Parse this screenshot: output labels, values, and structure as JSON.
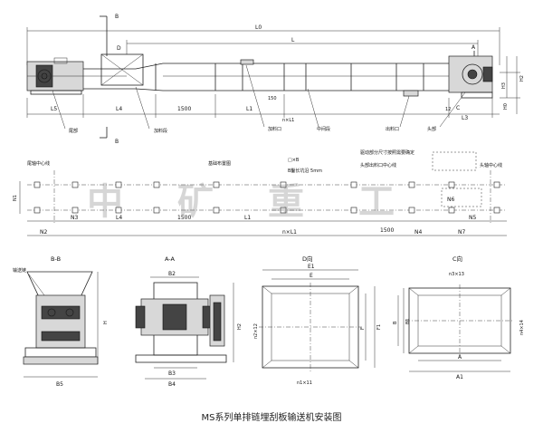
{
  "caption": "MS系列单排链埋刮板输送机安装图",
  "watermark": "中矿重工",
  "top_view": {
    "section_mark_b": "B",
    "label_d": "D",
    "label_a": "A",
    "label_c": "C",
    "dim_l0": "L0",
    "dim_l": "L",
    "dim_l5": "L5",
    "dim_l4": "L4",
    "dim_1500": "1500",
    "dim_l1": "L1",
    "dim_150": "150",
    "dim_nxl1": "n×L1",
    "dim_12": "12",
    "dim_l3": "L3",
    "dim_h3": "H3",
    "dim_h2": "H2",
    "dim_h0": "H0",
    "part_tail": "尾部",
    "part_feed_section": "加料段",
    "part_feed_inlet": "加料口",
    "part_middle": "中间段",
    "part_outlet": "出料口",
    "part_head": "头部"
  },
  "plan_view": {
    "tail_axis": "尾轴中心线",
    "foundation_plane": "基础布置图",
    "bolt_square": "□×B",
    "anchor_depth": "B鑿长坑沿 5mm",
    "drive_note": "驱动部分尺寸按照需要确定",
    "head_outlet_center": "头部出料口中心线",
    "head_axis": "头轴中心线",
    "dim_n1": "N1",
    "dim_n2": "N2",
    "dim_n3": "N3",
    "dim_l4": "L4",
    "dim_1500a": "1500",
    "dim_l1": "L1",
    "dim_nxl1": "n×L1",
    "dim_1500b": "1500",
    "dim_n4": "N4",
    "dim_n5": "N5",
    "dim_n6": "N6",
    "dim_n7": "N7"
  },
  "section_bb": {
    "title": "B-B",
    "label_chain": "输送链",
    "dim_h": "H",
    "dim_b5": "B5"
  },
  "section_aa": {
    "title": "A-A",
    "dim_b2": "B2",
    "dim_h2": "H2",
    "dim_b3": "B3",
    "dim_b4": "B4"
  },
  "view_d": {
    "title": "D向",
    "dim_e1": "E1",
    "dim_e": "E",
    "dim_f": "F",
    "dim_f1": "F1",
    "dim_n2x12": "n2×12",
    "dim_n1x11": "n1×11"
  },
  "view_c": {
    "title": "C向",
    "dim_n3x13": "n3×13",
    "dim_b": "B",
    "dim_b1": "B1",
    "dim_n4x14": "n4×14",
    "dim_a": "A",
    "dim_a1": "A1"
  }
}
